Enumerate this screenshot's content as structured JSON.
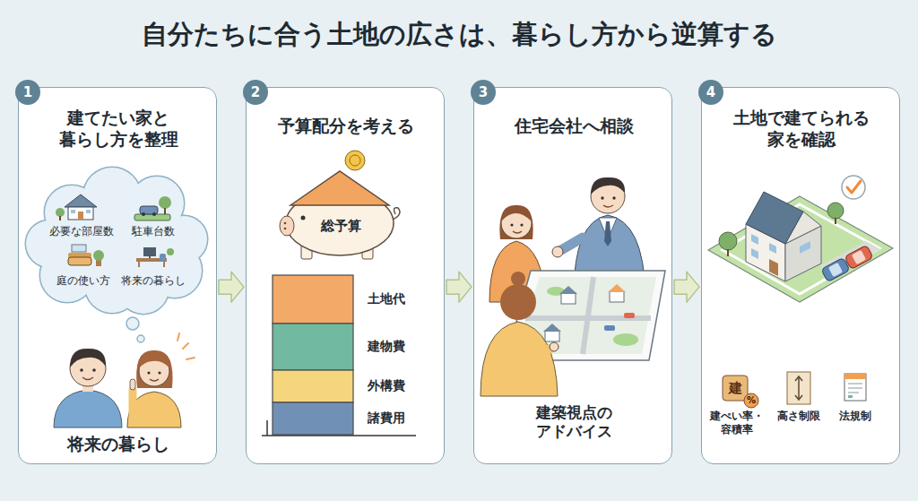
{
  "diagram": {
    "title": "自分たちに合う土地の広さは、暮らし方から逆算する",
    "nodes": [
      {
        "text": [
          "建てたい家と 暮らし方を整理",
          "将来の暮らし"
        ]
      },
      {
        "text": [
          "1"
        ],
        "in": 0
      },
      {
        "text": [
          "必要な部屋数",
          "駐車台数",
          "庭の使い方",
          "将来の暮らし"
        ],
        "in": 0
      },
      {
        "text": [
          "予算配分を考える"
        ]
      },
      {
        "text": [
          "2"
        ],
        "in": 3
      },
      {
        "text": [
          "総予算"
        ],
        "in": 3
      },
      {
        "text": [
          "住宅会社へ相談",
          "建築視点の アドバイス"
        ]
      },
      {
        "text": [
          "3"
        ],
        "in": 6
      },
      {
        "text": [
          "土地で建てられる 家を確認"
        ]
      },
      {
        "text": [
          "4"
        ],
        "in": 8
      }
    ],
    "edges": [
      {
        "from": 0,
        "to": 3,
        "arrow": "to"
      },
      {
        "from": 3,
        "to": 6,
        "arrow": "to"
      },
      {
        "from": 6,
        "to": 8,
        "arrow": "to"
      }
    ],
    "labels": [
      "土地代",
      "建物費",
      "外構費",
      "諸費用",
      "建",
      "%",
      "建ぺい率・ 容積率",
      "高さ制限",
      "法規制"
    ]
  }
}
